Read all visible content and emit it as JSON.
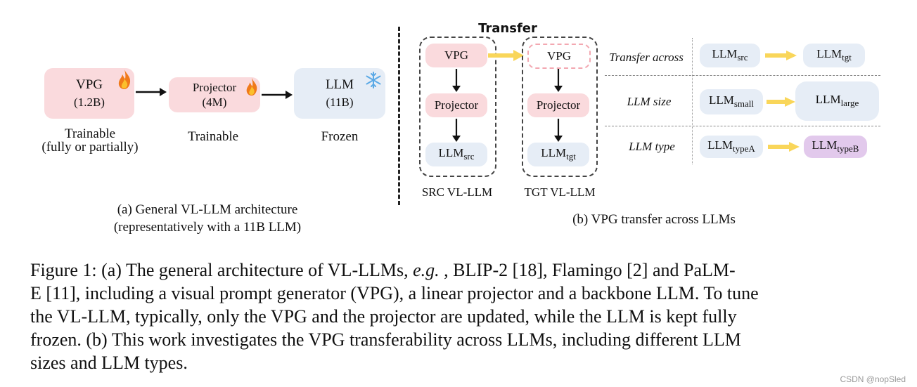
{
  "left_panel": {
    "vpg": {
      "name": "VPG",
      "size": "(1.2B)",
      "status_line1": "Trainable",
      "status_line2": "(fully or partially)"
    },
    "projector": {
      "name": "Projector",
      "size": "(4M)",
      "status": "Trainable"
    },
    "llm": {
      "name": "LLM",
      "size": "(11B)",
      "status": "Frozen"
    },
    "caption_line1": "(a) General VL-LLM architecture",
    "caption_line2": "(representatively with a 11B LLM)"
  },
  "right_panel": {
    "transfer_title": "Transfer",
    "src_group": {
      "vpg": "VPG",
      "projector": "Projector",
      "llm_base": "LLM",
      "llm_sub": "src",
      "label": "SRC VL-LLM"
    },
    "tgt_group": {
      "vpg": "VPG",
      "projector": "Projector",
      "llm_base": "LLM",
      "llm_sub": "tgt",
      "label": "TGT VL-LLM"
    },
    "table": [
      {
        "label": "Transfer across",
        "from_base": "LLM",
        "from_sub": "src",
        "to_base": "LLM",
        "to_sub": "tgt"
      },
      {
        "label": "LLM size",
        "from_base": "LLM",
        "from_sub": "small",
        "to_base": "LLM",
        "to_sub": "large"
      },
      {
        "label": "LLM type",
        "from_base": "LLM",
        "from_sub": "typeA",
        "to_base": "LLM",
        "to_sub": "typeB"
      }
    ],
    "caption": "(b) VPG transfer across LLMs"
  },
  "figure_caption": {
    "line1_a": "Figure 1:  (a) The general architecture of VL-LLMs, ",
    "line1_eg": "e.g.",
    "line1_b": " , BLIP-2 [18], Flamingo [2] and PaLM-",
    "line2": "E [11], including a visual prompt generator (VPG), a linear projector and a backbone LLM. To tune",
    "line3": "the VL-LLM, typically, only the VPG and the projector are updated, while the LLM is kept fully",
    "line4": "frozen. (b) This work investigates the VPG transferability across LLMs, including different LLM",
    "line5": "sizes and LLM types."
  },
  "watermark": "CSDN @nopSled",
  "colors": {
    "trainable": "#fadadd",
    "frozen": "#e6edf6",
    "typeB": "#e2c9ec",
    "transfer_arrow": "#f9d65a"
  },
  "icons": {
    "trainable_icon": "fire-icon",
    "frozen_icon": "snowflake-icon"
  }
}
